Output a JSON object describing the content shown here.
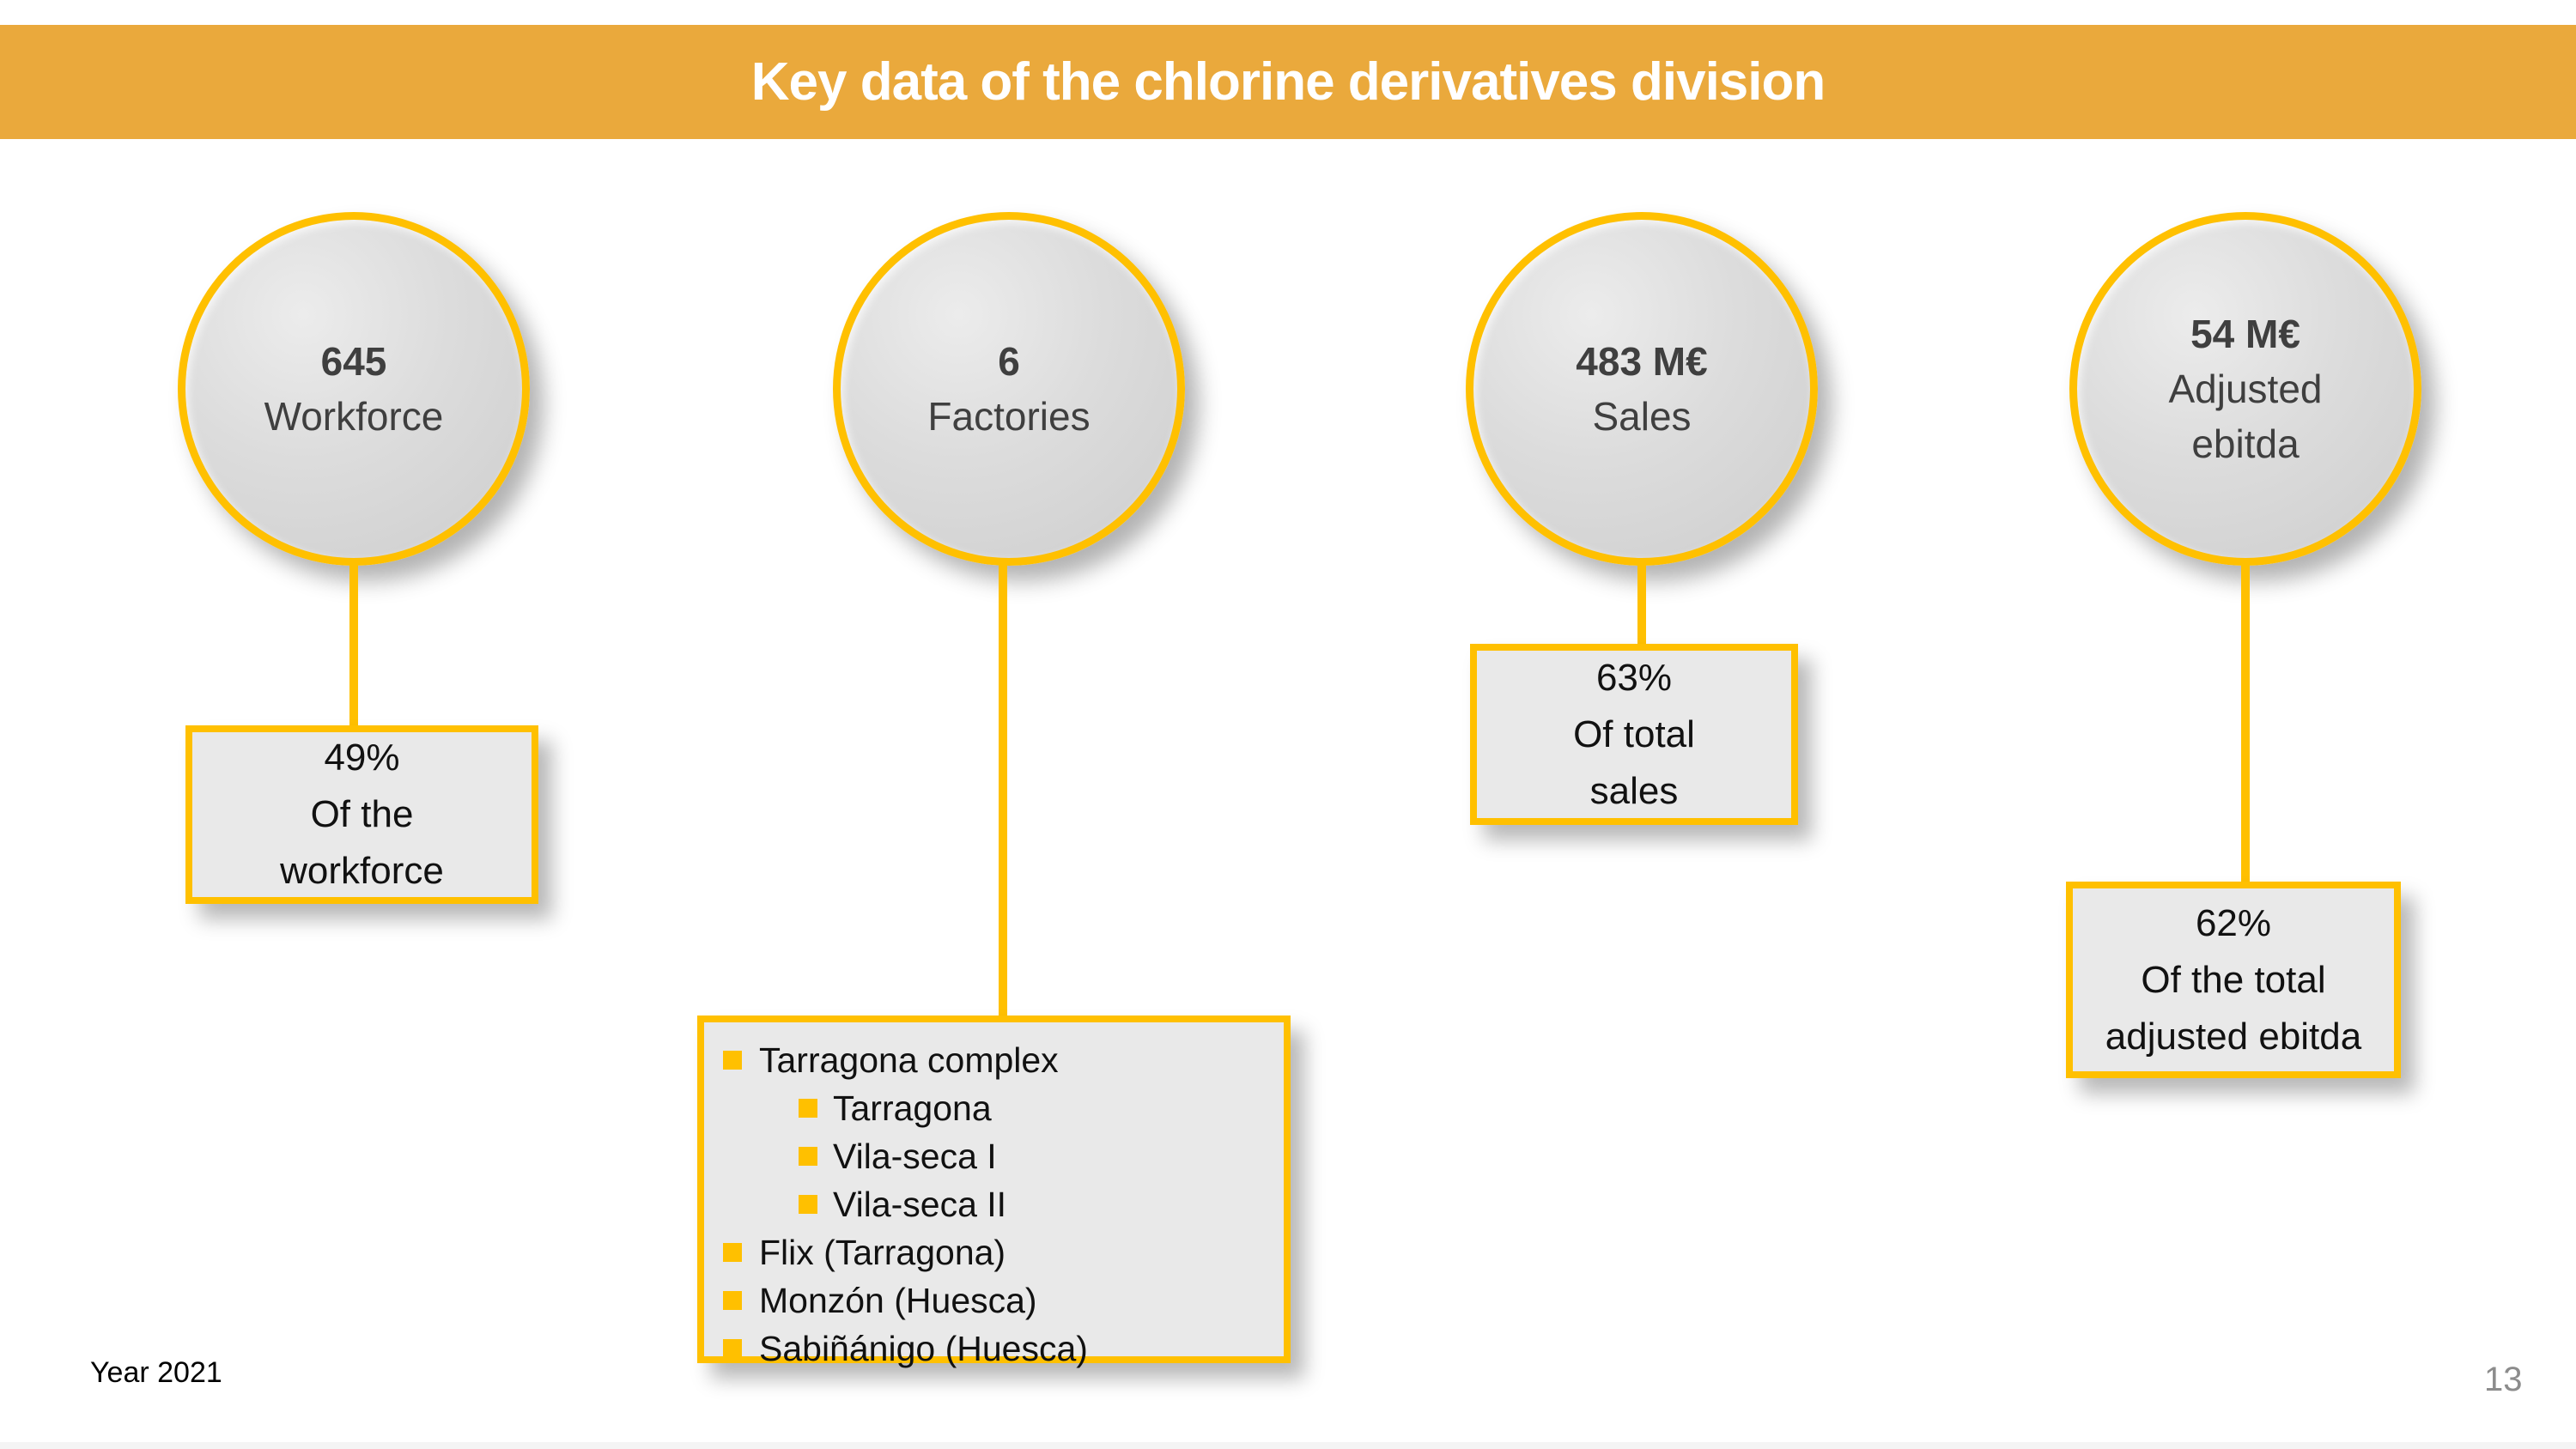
{
  "title_banner": {
    "title": "Key data of the chlorine derivatives division"
  },
  "columns": [
    {
      "name": "workforce",
      "circle": {
        "value": "645",
        "label": "Workforce"
      },
      "box": {
        "lines": [
          "49%",
          "Of the",
          "workforce"
        ]
      }
    },
    {
      "name": "factories",
      "circle": {
        "value": "6",
        "label": "Factories"
      },
      "box": {
        "bullets": [
          {
            "text": "Tarragona complex",
            "level": 1
          },
          {
            "text": "Tarragona",
            "level": 2
          },
          {
            "text": "Vila-seca I",
            "level": 2
          },
          {
            "text": "Vila-seca II",
            "level": 2
          },
          {
            "text": "Flix (Tarragona)",
            "level": 1
          },
          {
            "text": "Monzón (Huesca)",
            "level": 1
          },
          {
            "text": "Sabiñánigo (Huesca)",
            "level": 1
          }
        ]
      }
    },
    {
      "name": "sales",
      "circle": {
        "value": "483 M€",
        "label": "Sales"
      },
      "box": {
        "lines": [
          "63%",
          "Of total",
          "sales"
        ]
      }
    },
    {
      "name": "adjusted-ebitda",
      "circle": {
        "value": "54 M€",
        "label": "Adjusted ebitda"
      },
      "box": {
        "lines": [
          "62%",
          "Of the total",
          "adjusted ebitda"
        ]
      }
    }
  ],
  "footer": {
    "year": "Year 2021",
    "page_number": "13"
  },
  "colors": {
    "banner_orange": "#EAA93C",
    "accent_gold": "#FFC000",
    "circle_fill": "#D9D9D9",
    "box_fill": "#E9E9E9",
    "circle_text": "#3F3F3F",
    "box_text": "#111111",
    "page_number_gray": "#8C8C8C"
  }
}
